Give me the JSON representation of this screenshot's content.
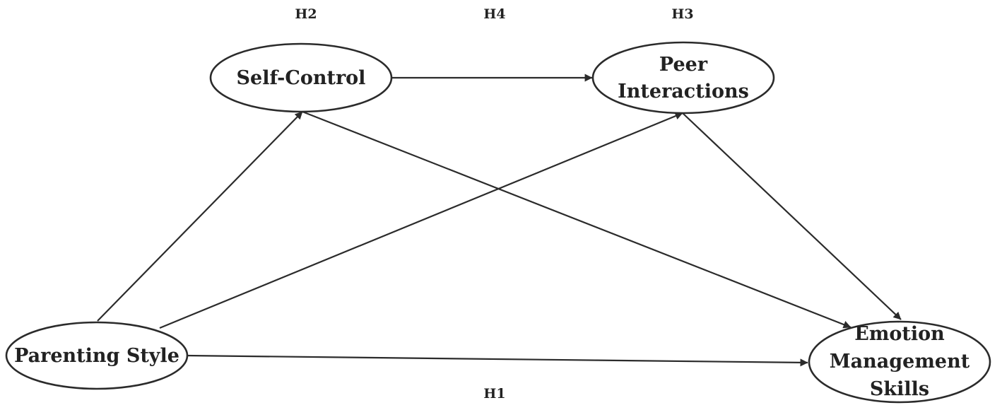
{
  "diagram": {
    "nodes": [
      {
        "id": "self_control",
        "lines": [
          "Self-Control"
        ]
      },
      {
        "id": "peer_interactions",
        "lines": [
          "Peer",
          "Interactions"
        ]
      },
      {
        "id": "parenting_style",
        "lines": [
          "Parenting Style"
        ]
      },
      {
        "id": "emotion_management",
        "lines": [
          "Emotion",
          "Management",
          "Skills"
        ]
      }
    ],
    "edges": [
      {
        "from": "parenting_style",
        "to": "self_control"
      },
      {
        "from": "parenting_style",
        "to": "peer_interactions"
      },
      {
        "from": "parenting_style",
        "to": "emotion_management"
      },
      {
        "from": "self_control",
        "to": "peer_interactions"
      },
      {
        "from": "self_control",
        "to": "emotion_management"
      },
      {
        "from": "peer_interactions",
        "to": "emotion_management"
      }
    ],
    "hypotheses": {
      "h2": "H2",
      "h4": "H4",
      "h3": "H3",
      "h1": "H1"
    },
    "colors": {
      "stroke": "#2b2b2b",
      "text": "#222222",
      "background": "#ffffff"
    }
  }
}
